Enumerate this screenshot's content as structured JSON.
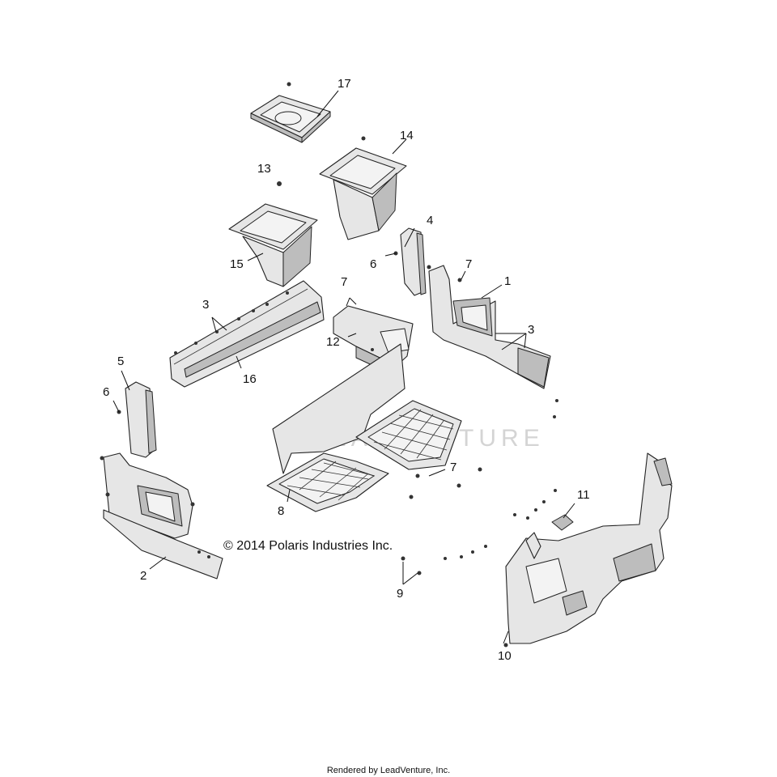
{
  "callouts": [
    {
      "id": "17",
      "label": "17"
    },
    {
      "id": "14",
      "label": "14"
    },
    {
      "id": "13",
      "label": "13"
    },
    {
      "id": "4",
      "label": "4"
    },
    {
      "id": "6a",
      "label": "6"
    },
    {
      "id": "15",
      "label": "15"
    },
    {
      "id": "7a",
      "label": "7"
    },
    {
      "id": "7b",
      "label": "7"
    },
    {
      "id": "1",
      "label": "1"
    },
    {
      "id": "3a",
      "label": "3"
    },
    {
      "id": "3b",
      "label": "3"
    },
    {
      "id": "12",
      "label": "12"
    },
    {
      "id": "16",
      "label": "16"
    },
    {
      "id": "5",
      "label": "5"
    },
    {
      "id": "6b",
      "label": "6"
    },
    {
      "id": "7c",
      "label": "7"
    },
    {
      "id": "11",
      "label": "11"
    },
    {
      "id": "8",
      "label": "8"
    },
    {
      "id": "2",
      "label": "2"
    },
    {
      "id": "9",
      "label": "9"
    },
    {
      "id": "10",
      "label": "10"
    }
  ],
  "copyright": "© 2014 Polaris Industries Inc.",
  "footer": "Rendered by LeadVenture, Inc.",
  "watermark": "LEADVENTURE"
}
